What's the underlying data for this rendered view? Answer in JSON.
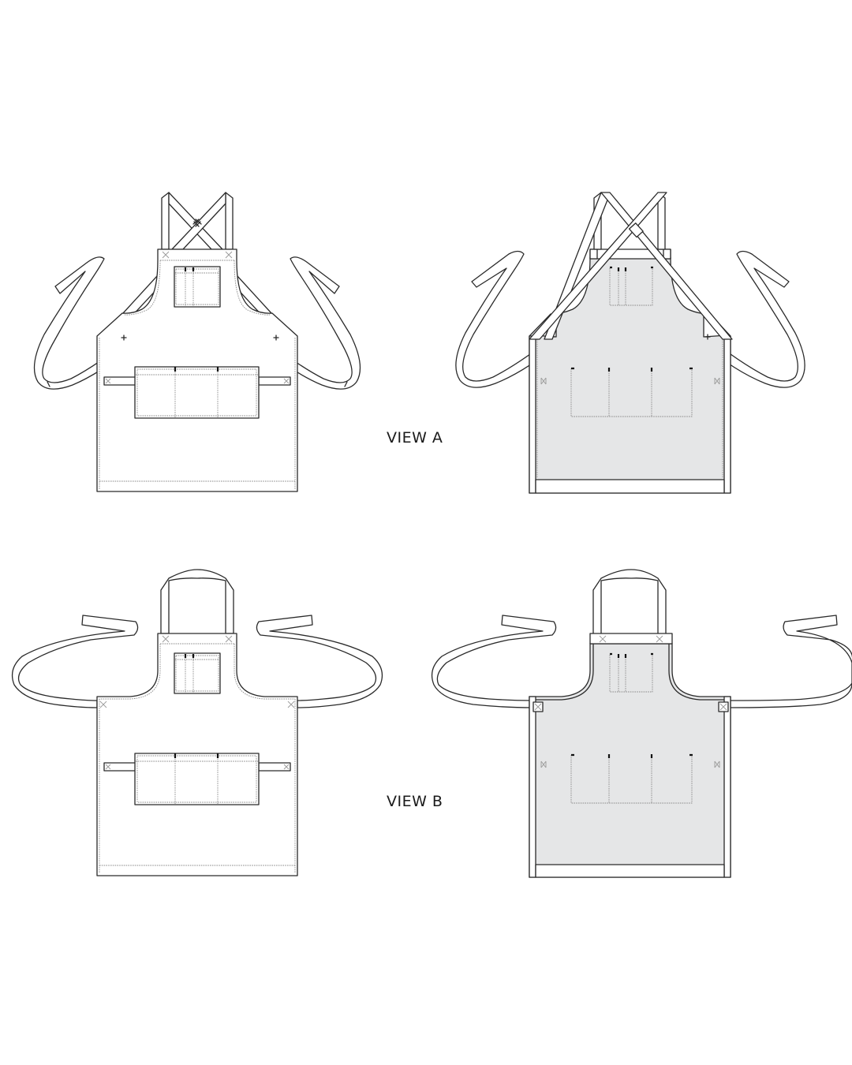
{
  "labels": {
    "view_a": "VIEW A",
    "view_b": "VIEW B"
  },
  "views": [
    {
      "id": "view-a",
      "label": "VIEW A",
      "strap_style": "cross-back straps with long ties",
      "drawings": [
        "front",
        "back"
      ]
    },
    {
      "id": "view-b",
      "label": "VIEW B",
      "strap_style": "neck loop with waist ties",
      "drawings": [
        "front",
        "back"
      ]
    }
  ],
  "colors": {
    "background": "#ffffff",
    "outline": "#2a2a2a",
    "back_fill": "#e5e6e7",
    "stitch": "#8a8a8a"
  }
}
